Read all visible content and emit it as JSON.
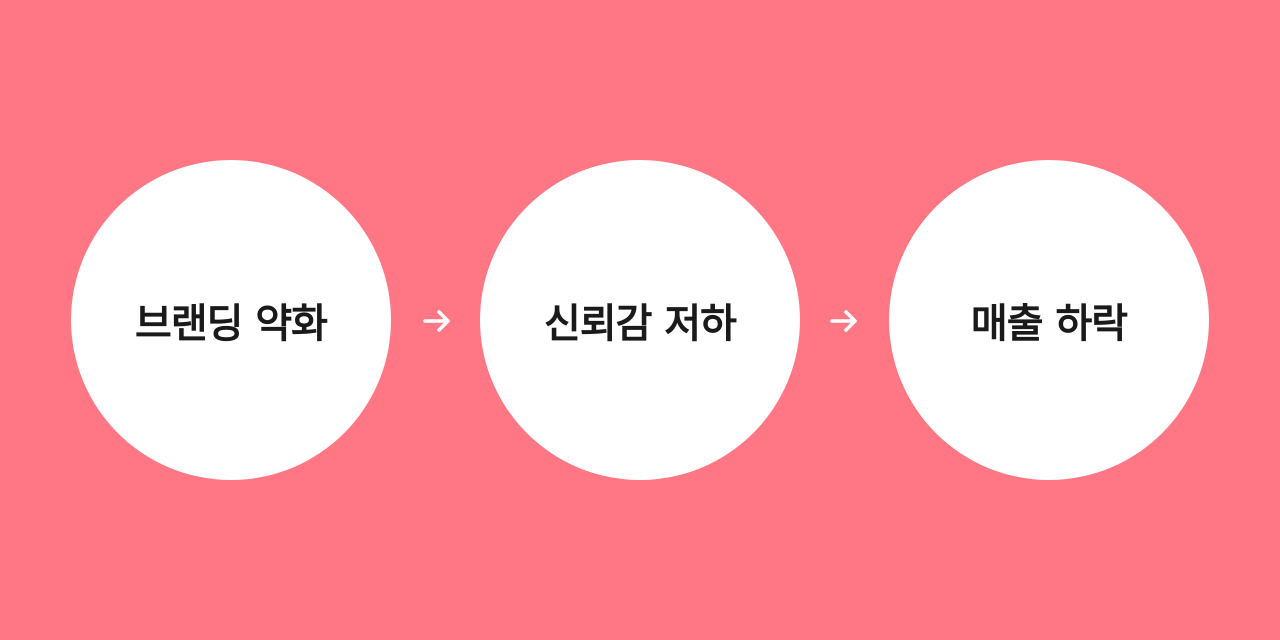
{
  "colors": {
    "background": "#FF7684",
    "node_fill": "#FFFFFF",
    "node_text": "#1A1A1A",
    "arrow": "#FFFFFF"
  },
  "flow": {
    "nodes": [
      {
        "label": "브랜딩 약화"
      },
      {
        "label": "신뢰감 저하"
      },
      {
        "label": "매출 하락"
      }
    ],
    "connector_icon": "arrow-right-icon"
  }
}
